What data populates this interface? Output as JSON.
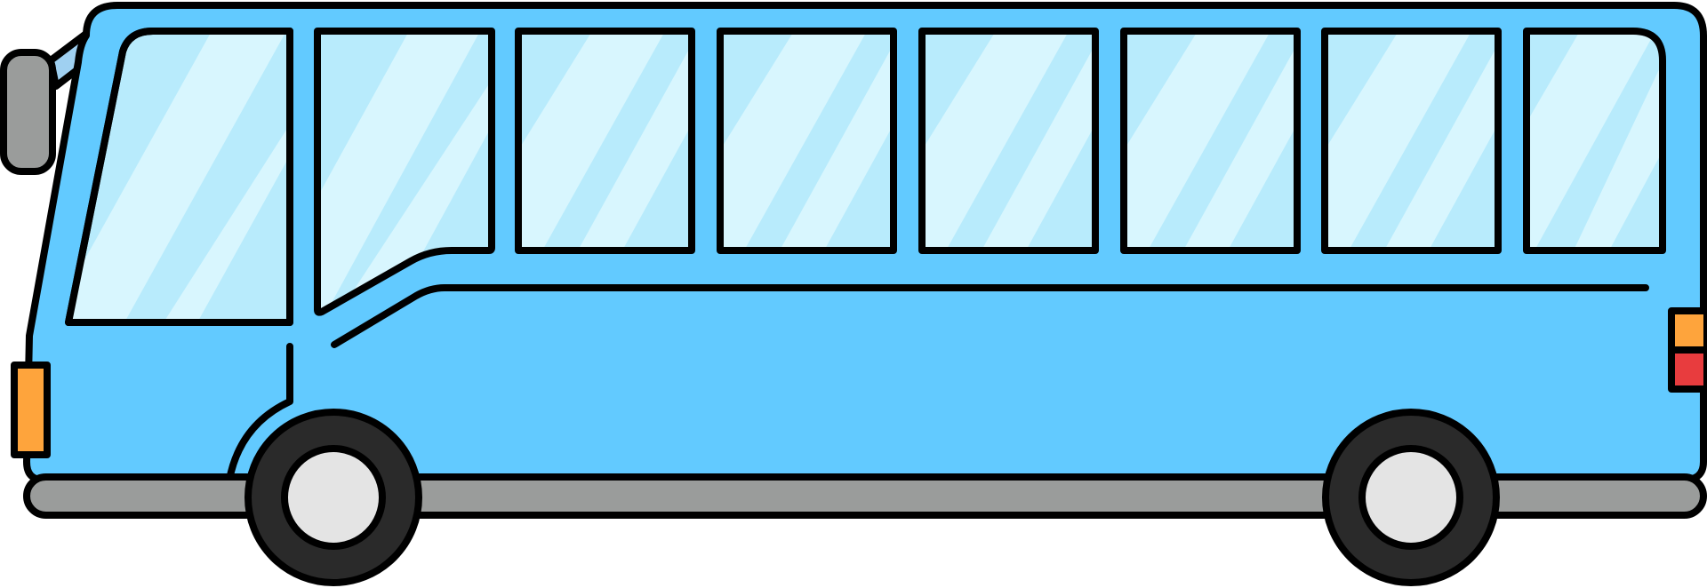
{
  "illustration": {
    "subject": "bus-illustration",
    "window_count": 8,
    "wheel_count": 2
  },
  "colors": {
    "outline": "#000000",
    "body": "#62caff",
    "glass": "#b8ebfc",
    "glass_highlight": "#d8f6fe",
    "bumper": "#9a9c9b",
    "mirror": "#9a9c9b",
    "mirror_arm": "#9fd0f1",
    "tire": "#2a2a2a",
    "hubcap": "#e4e4e4",
    "side_marker": "#fea43c",
    "tail_light_amber": "#fea43c",
    "tail_light_red": "#e83c3e",
    "background": "#ffffff"
  }
}
